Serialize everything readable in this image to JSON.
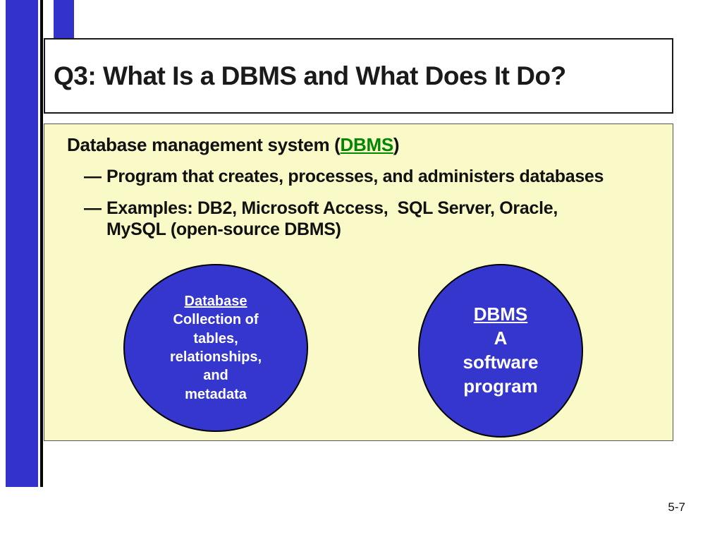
{
  "slide": {
    "title": "Q3: What Is a DBMS and What Does It Do?",
    "page_number": "5-7"
  },
  "content": {
    "heading_prefix": "Database management system (",
    "heading_link": "DBMS",
    "heading_suffix": ")",
    "bullets": [
      {
        "dash": "—",
        "text": "Program that creates, processes, and administers databases"
      },
      {
        "dash": "—",
        "text": "Examples: DB2, Microsoft Access,  SQL Server, Oracle, MySQL (open-source DBMS)"
      }
    ],
    "ellipses": [
      {
        "title": "Database",
        "lines": [
          "Collection of",
          "tables,",
          "relationships,",
          "and",
          "metadata"
        ]
      },
      {
        "title": "DBMS",
        "lines": [
          "A",
          "software",
          "program"
        ]
      }
    ]
  },
  "colors": {
    "bar_blue": "#3333CC",
    "line_black": "#000000",
    "content_bg": "#FAFAC8",
    "link_green": "#038703",
    "ellipse_blue": "#3436CE"
  }
}
